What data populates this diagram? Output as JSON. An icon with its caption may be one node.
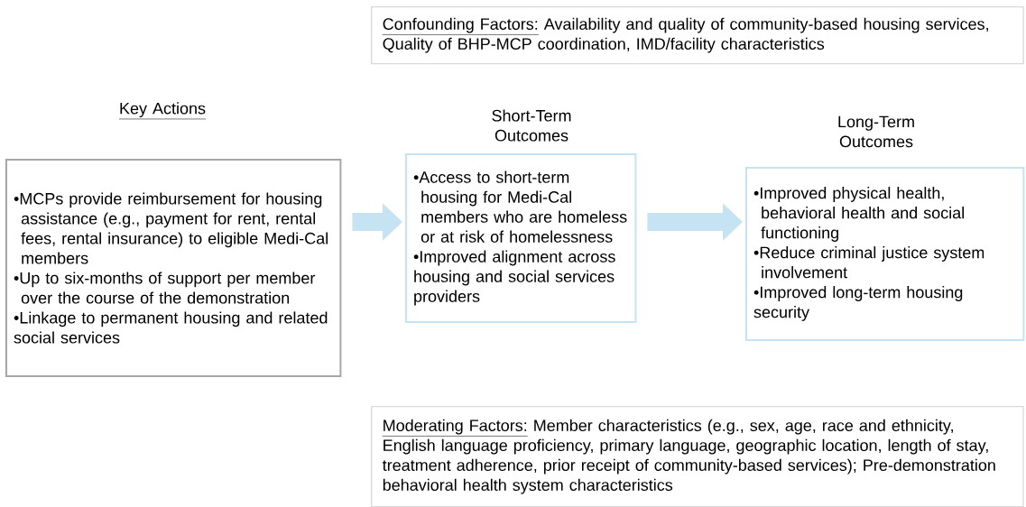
{
  "diagram": {
    "nodes": [
      {
        "text": [
          "Key Actions",
          "•MCPs provide reimbursement for housing assistance (e.g., payment for rent, rental fees, rental insurance) to eligible Medi-Cal members",
          "•Up to six-months of support per member over the course of the demonstration",
          "•Linkage to permanent housing and related social services"
        ]
      },
      {
        "text": [
          "Short-Term Outcomes",
          "•Access to short-term housing for Medi-Cal members who are homeless or at risk of homelessness",
          "•Improved alignment across housing and social services providers"
        ]
      },
      {
        "text": [
          "Long-Term Outcomes",
          "•Improved physical health, behavioral health and social functioning",
          "•Reduce criminal justice system involvement",
          "•Improved long-term housing security"
        ]
      },
      {
        "text": [
          "Confounding Factors:",
          "Availability and quality of community-based housing services, Quality of BHP-MCP coordination, IMD/facility characteristics"
        ]
      },
      {
        "text": [
          "Moderating Factors:",
          "Member characteristics (e.g., sex, age, race and ethnicity, English language proficiency, primary language, geographic location, length of stay, treatment adherence, prior receipt of community-based services); Pre-demonstration behavioral health system characteristics"
        ]
      }
    ],
    "edges": [
      {
        "from": 0,
        "to": 1,
        "arrow": "to"
      },
      {
        "from": 1,
        "to": 2,
        "arrow": "to"
      }
    ]
  }
}
